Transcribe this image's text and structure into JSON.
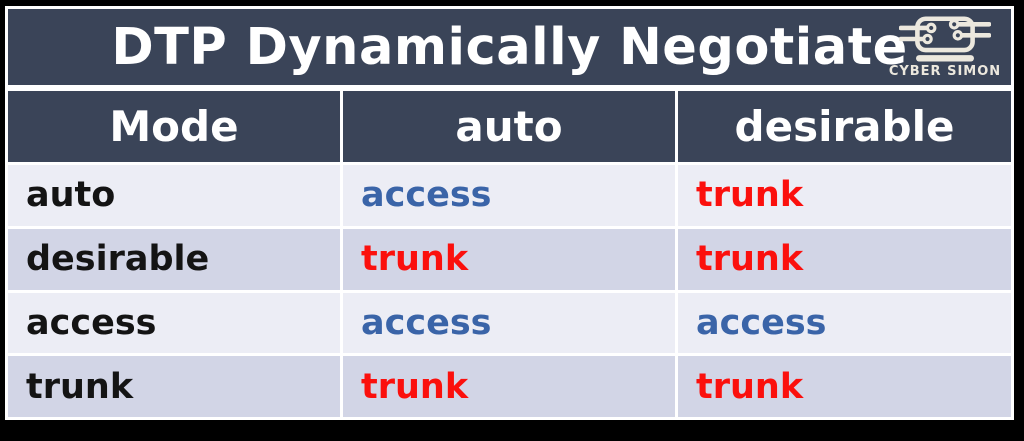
{
  "title": "DTP Dynamically Negotiate",
  "logo": {
    "name": "CYBER SIMON"
  },
  "colors": {
    "outer_background": "#000000",
    "panel_dark": "#3a4458",
    "row_light": "#ecedf5",
    "row_dark": "#d2d5e6",
    "border_white": "#ffffff",
    "access_blue": "#3a64a8",
    "trunk_red": "#fb100d",
    "mode_black": "#141414",
    "logo_cream": "#ece8de"
  },
  "table": {
    "columns": [
      "Mode",
      "auto",
      "desirable"
    ],
    "rows": [
      {
        "mode": "auto",
        "cells": [
          {
            "text": "access",
            "color": "#3a64a8"
          },
          {
            "text": "trunk",
            "color": "#fb100d"
          }
        ]
      },
      {
        "mode": "desirable",
        "cells": [
          {
            "text": "trunk",
            "color": "#fb100d"
          },
          {
            "text": "trunk",
            "color": "#fb100d"
          }
        ]
      },
      {
        "mode": "access",
        "cells": [
          {
            "text": "access",
            "color": "#3a64a8"
          },
          {
            "text": "access",
            "color": "#3a64a8"
          }
        ]
      },
      {
        "mode": "trunk",
        "cells": [
          {
            "text": "trunk",
            "color": "#fb100d"
          },
          {
            "text": "trunk",
            "color": "#fb100d"
          }
        ]
      }
    ]
  },
  "chart_data": {
    "type": "table",
    "title": "DTP Dynamically Negotiate",
    "columns": [
      "Mode",
      "auto",
      "desirable"
    ],
    "rows": [
      [
        "auto",
        "access",
        "trunk"
      ],
      [
        "desirable",
        "trunk",
        "trunk"
      ],
      [
        "access",
        "access",
        "access"
      ],
      [
        "trunk",
        "trunk",
        "trunk"
      ]
    ],
    "value_colors": {
      "access": "#3a64a8",
      "trunk": "#fb100d"
    }
  }
}
